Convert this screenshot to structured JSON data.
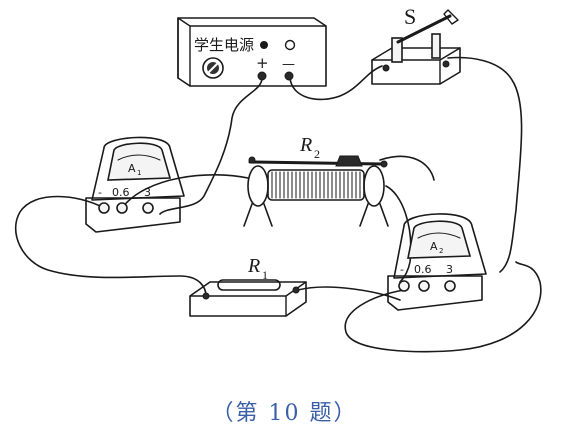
{
  "power_supply": {
    "label": "学生电源",
    "plus_sign": "+",
    "minus_sign": "—"
  },
  "switch": {
    "label": "S"
  },
  "rheostat": {
    "label_main": "R",
    "label_sub": "2"
  },
  "resistor": {
    "label_main": "R",
    "label_sub": "1"
  },
  "ammeter_1": {
    "symbol_main": "A",
    "symbol_sub": "1",
    "terminals": [
      "-",
      "0.6",
      "3"
    ]
  },
  "ammeter_2": {
    "symbol_main": "A",
    "symbol_sub": "2",
    "terminals": [
      "-",
      "0.6",
      "3"
    ]
  },
  "caption": "（第 10 题）"
}
